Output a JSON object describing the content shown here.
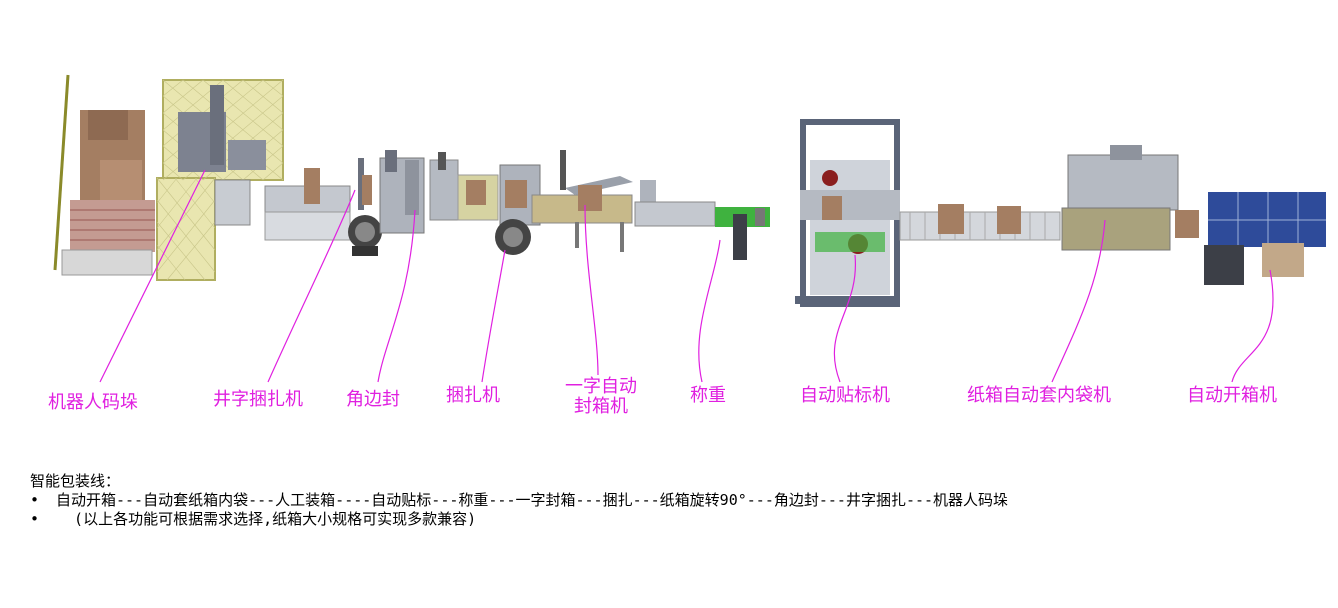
{
  "callouts": {
    "robot_palletizer": "机器人码垛",
    "cross_strapping": "井字捆扎机",
    "corner_sealer": "角边封",
    "strapping": "捆扎机",
    "case_sealer_line1": "一字自动",
    "case_sealer_line2": "封箱机",
    "weighing": "称重",
    "auto_labeler": "自动贴标机",
    "bag_inserter": "纸箱自动套内袋机",
    "case_erector": "自动开箱机"
  },
  "notes": {
    "title": "智能包装线：",
    "bullet": "•",
    "line1": "自动开箱---自动套纸箱内袋---人工装箱----自动贴标---称重---一字封箱---捆扎---纸箱旋转90°---角边封---井字捆扎---机器人码垛",
    "line2": "  (以上各功能可根据需求选择,纸箱大小规格可实现多款兼容)"
  },
  "colors": {
    "callout": "#e020e0",
    "leader": "#e020e0",
    "frame": "#5a6478",
    "conveyor": "#b9bdc4",
    "carton": "#a47e62",
    "fence": "#d8d6a0",
    "panel": "#2e4b9a",
    "green": "#3fb23f"
  }
}
